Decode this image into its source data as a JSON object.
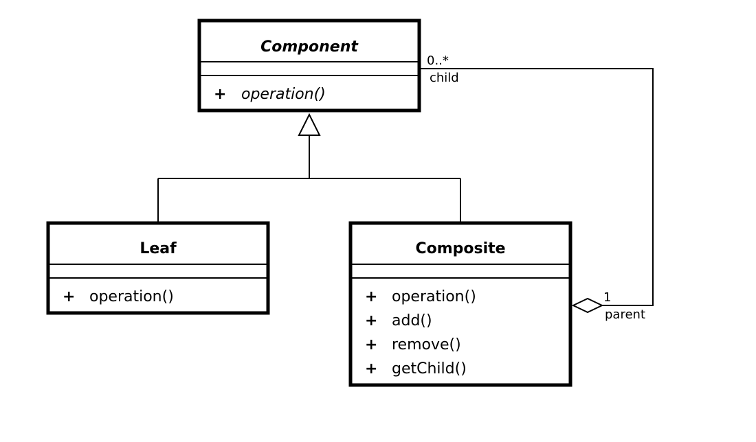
{
  "diagram": {
    "classes": {
      "component": {
        "name": "Component",
        "abstract": true,
        "attributes": [],
        "operations": [
          {
            "visibility": "+",
            "name": "operation()",
            "abstract": true
          }
        ]
      },
      "leaf": {
        "name": "Leaf",
        "abstract": false,
        "attributes": [],
        "operations": [
          {
            "visibility": "+",
            "name": "operation()",
            "abstract": false
          }
        ]
      },
      "composite": {
        "name": "Composite",
        "abstract": false,
        "attributes": [],
        "operations": [
          {
            "visibility": "+",
            "name": "operation()",
            "abstract": false
          },
          {
            "visibility": "+",
            "name": "add()",
            "abstract": false
          },
          {
            "visibility": "+",
            "name": "remove()",
            "abstract": false
          },
          {
            "visibility": "+",
            "name": "getChild()",
            "abstract": false
          }
        ]
      }
    },
    "relationships": {
      "generalization": {
        "type": "inheritance",
        "parent": "Component",
        "children": [
          "Leaf",
          "Composite"
        ]
      },
      "aggregation": {
        "type": "aggregation",
        "whole": "Composite",
        "part": "Component",
        "part_multiplicity": "0..*",
        "part_role": "child",
        "whole_multiplicity": "1",
        "whole_role": "parent"
      }
    },
    "colors": {
      "stroke": "#000000",
      "background": "#ffffff"
    }
  }
}
